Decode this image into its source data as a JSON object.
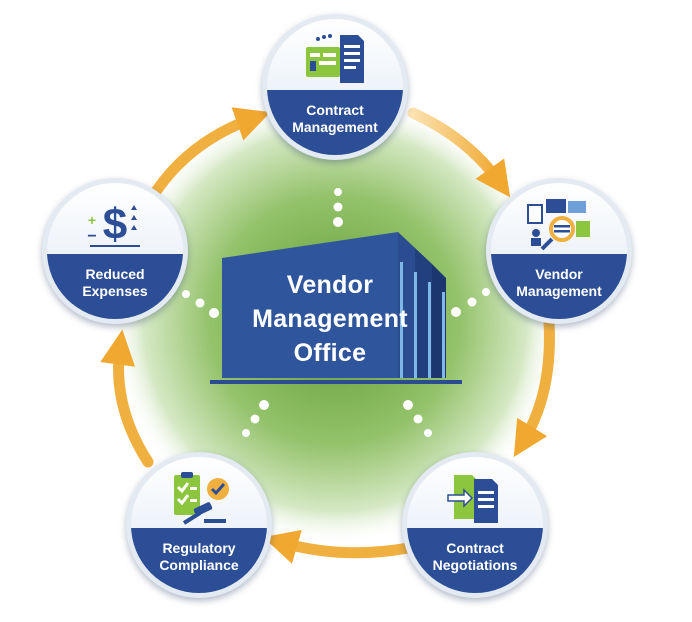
{
  "center": {
    "title": "Vendor\nManagement\nOffice"
  },
  "nodes": [
    {
      "id": "contract-management",
      "label": "Contract Management",
      "icon": "contract-document-icon"
    },
    {
      "id": "vendor-management",
      "label": "Vendor Management",
      "icon": "vendor-search-icon"
    },
    {
      "id": "contract-negotiations",
      "label": "Contract Negotiations",
      "icon": "document-exchange-icon"
    },
    {
      "id": "regulatory-compliance",
      "label": "Regulatory Compliance",
      "icon": "compliance-gavel-icon"
    },
    {
      "id": "reduced-expenses",
      "label": "Reduced Expenses",
      "icon": "dollar-sign-icon"
    }
  ],
  "colors": {
    "navy": "#2c4e96",
    "arrow": "#f0b040",
    "glow": "#6aa040",
    "accent_green": "#8cc63f"
  }
}
